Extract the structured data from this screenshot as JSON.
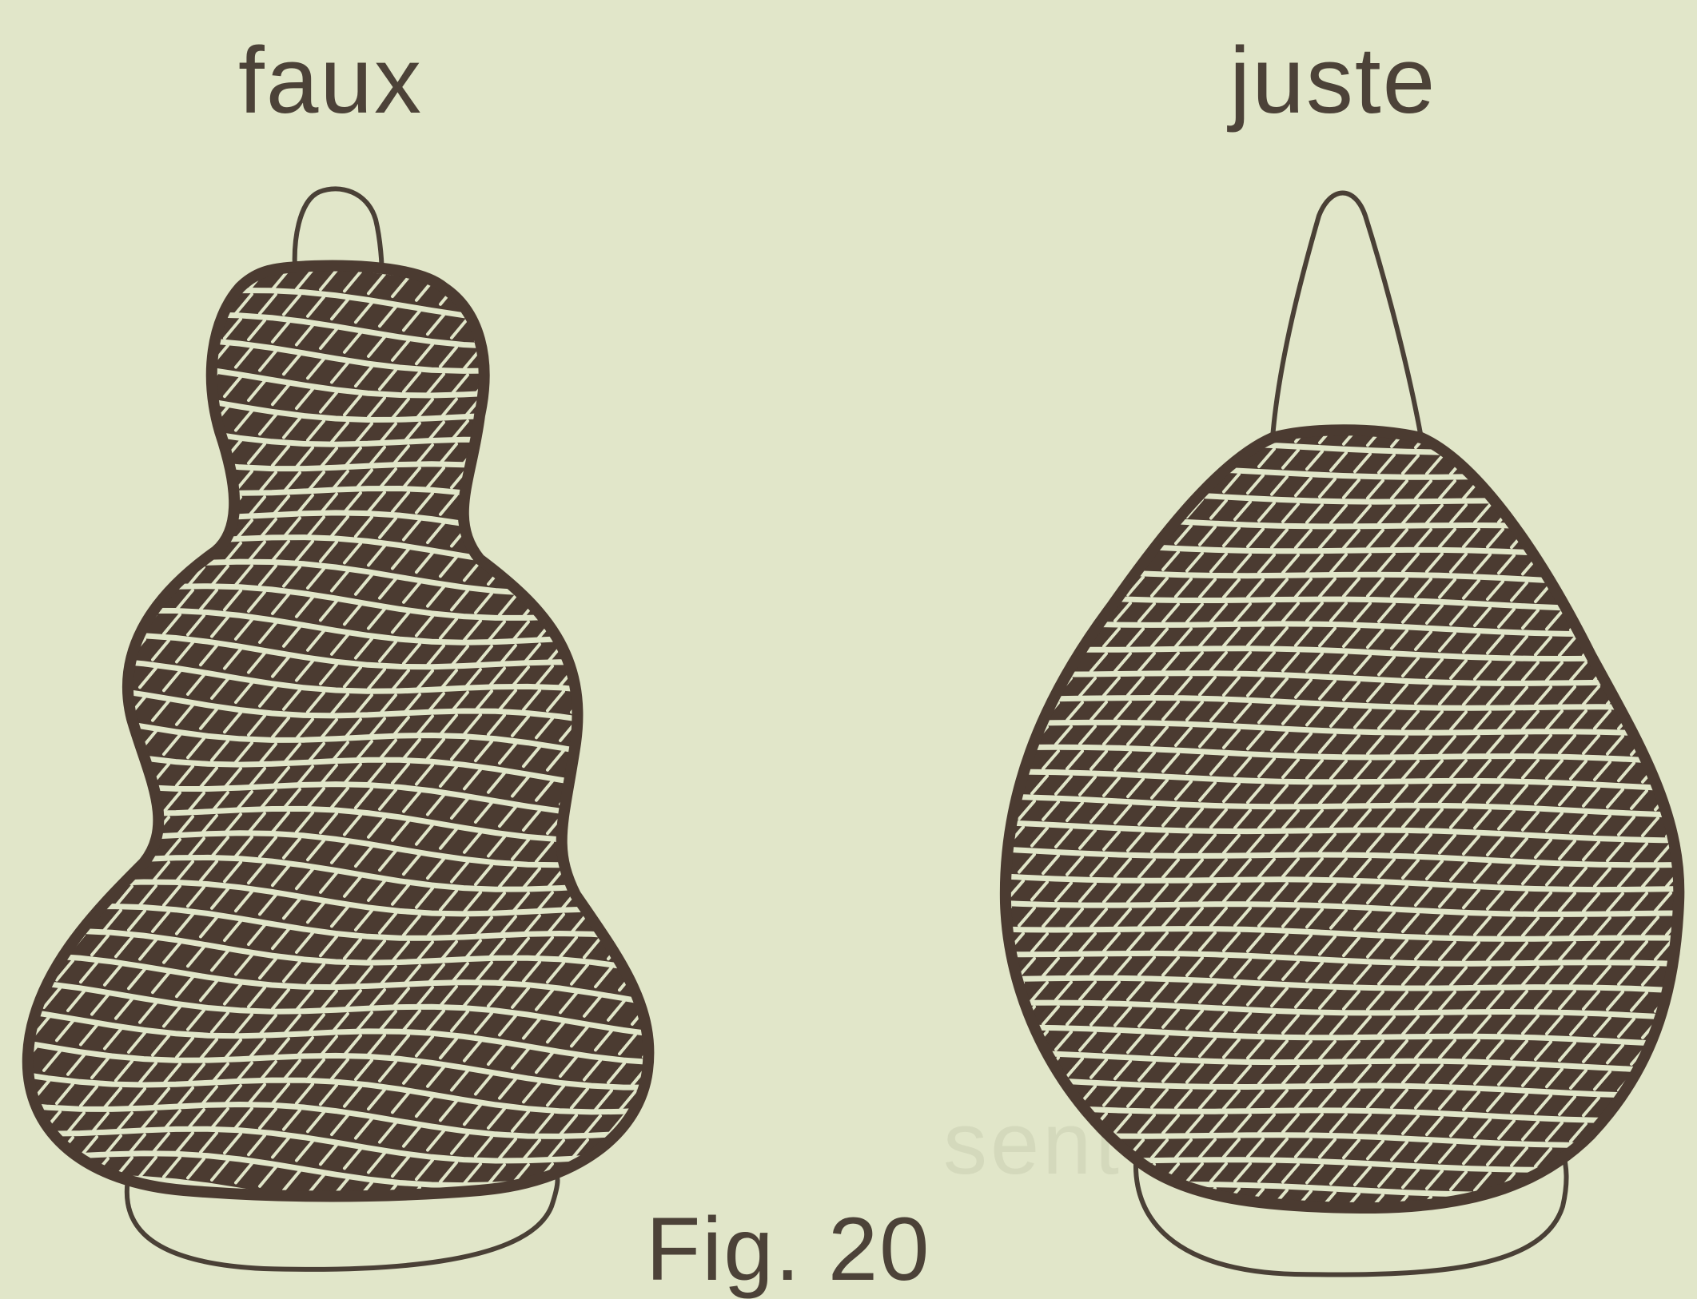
{
  "figure": {
    "caption": "Fig. 20",
    "left_label": "faux",
    "right_label": "juste",
    "ghost_text": "sent dans le",
    "colors": {
      "background": "#e1e6c9",
      "ink": "#4a4036",
      "rope": "#4b3b31"
    }
  }
}
